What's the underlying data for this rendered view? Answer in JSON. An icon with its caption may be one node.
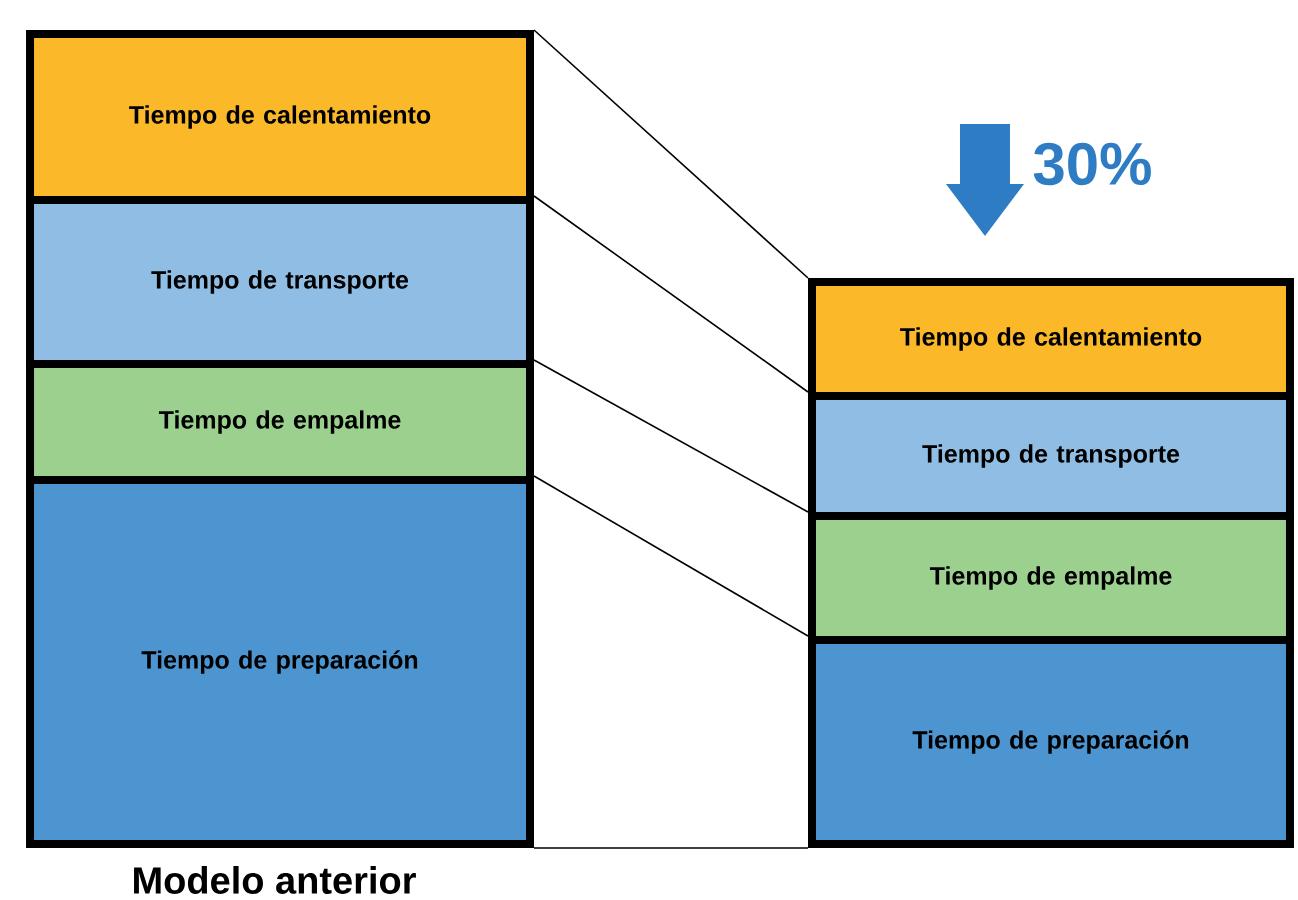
{
  "diagram": {
    "nodes": [
      {
        "text": [
          "Tiempo de calentamiento"
        ]
      },
      {
        "text": [
          "Tiempo de transporte"
        ]
      },
      {
        "text": [
          "Tiempo de empalme"
        ]
      },
      {
        "text": [
          "Tiempo de preparación"
        ]
      },
      {
        "text": [
          "Tiempo de calentamiento"
        ]
      },
      {
        "text": [
          "Tiempo de transporte"
        ]
      },
      {
        "text": [
          "Tiempo de empalme"
        ]
      },
      {
        "text": [
          "Tiempo de preparación"
        ]
      }
    ],
    "edges": [
      {
        "from": 0,
        "to": 4,
        "arrow": "none"
      },
      {
        "from": 1,
        "to": 5,
        "arrow": "none"
      },
      {
        "from": 2,
        "to": 6,
        "arrow": "none"
      },
      {
        "from": 3,
        "to": 7,
        "arrow": "none"
      },
      {
        "from": 3,
        "to": 7,
        "arrow": "none"
      }
    ],
    "labels": [
      "30%",
      "Modelo anterior"
    ]
  }
}
